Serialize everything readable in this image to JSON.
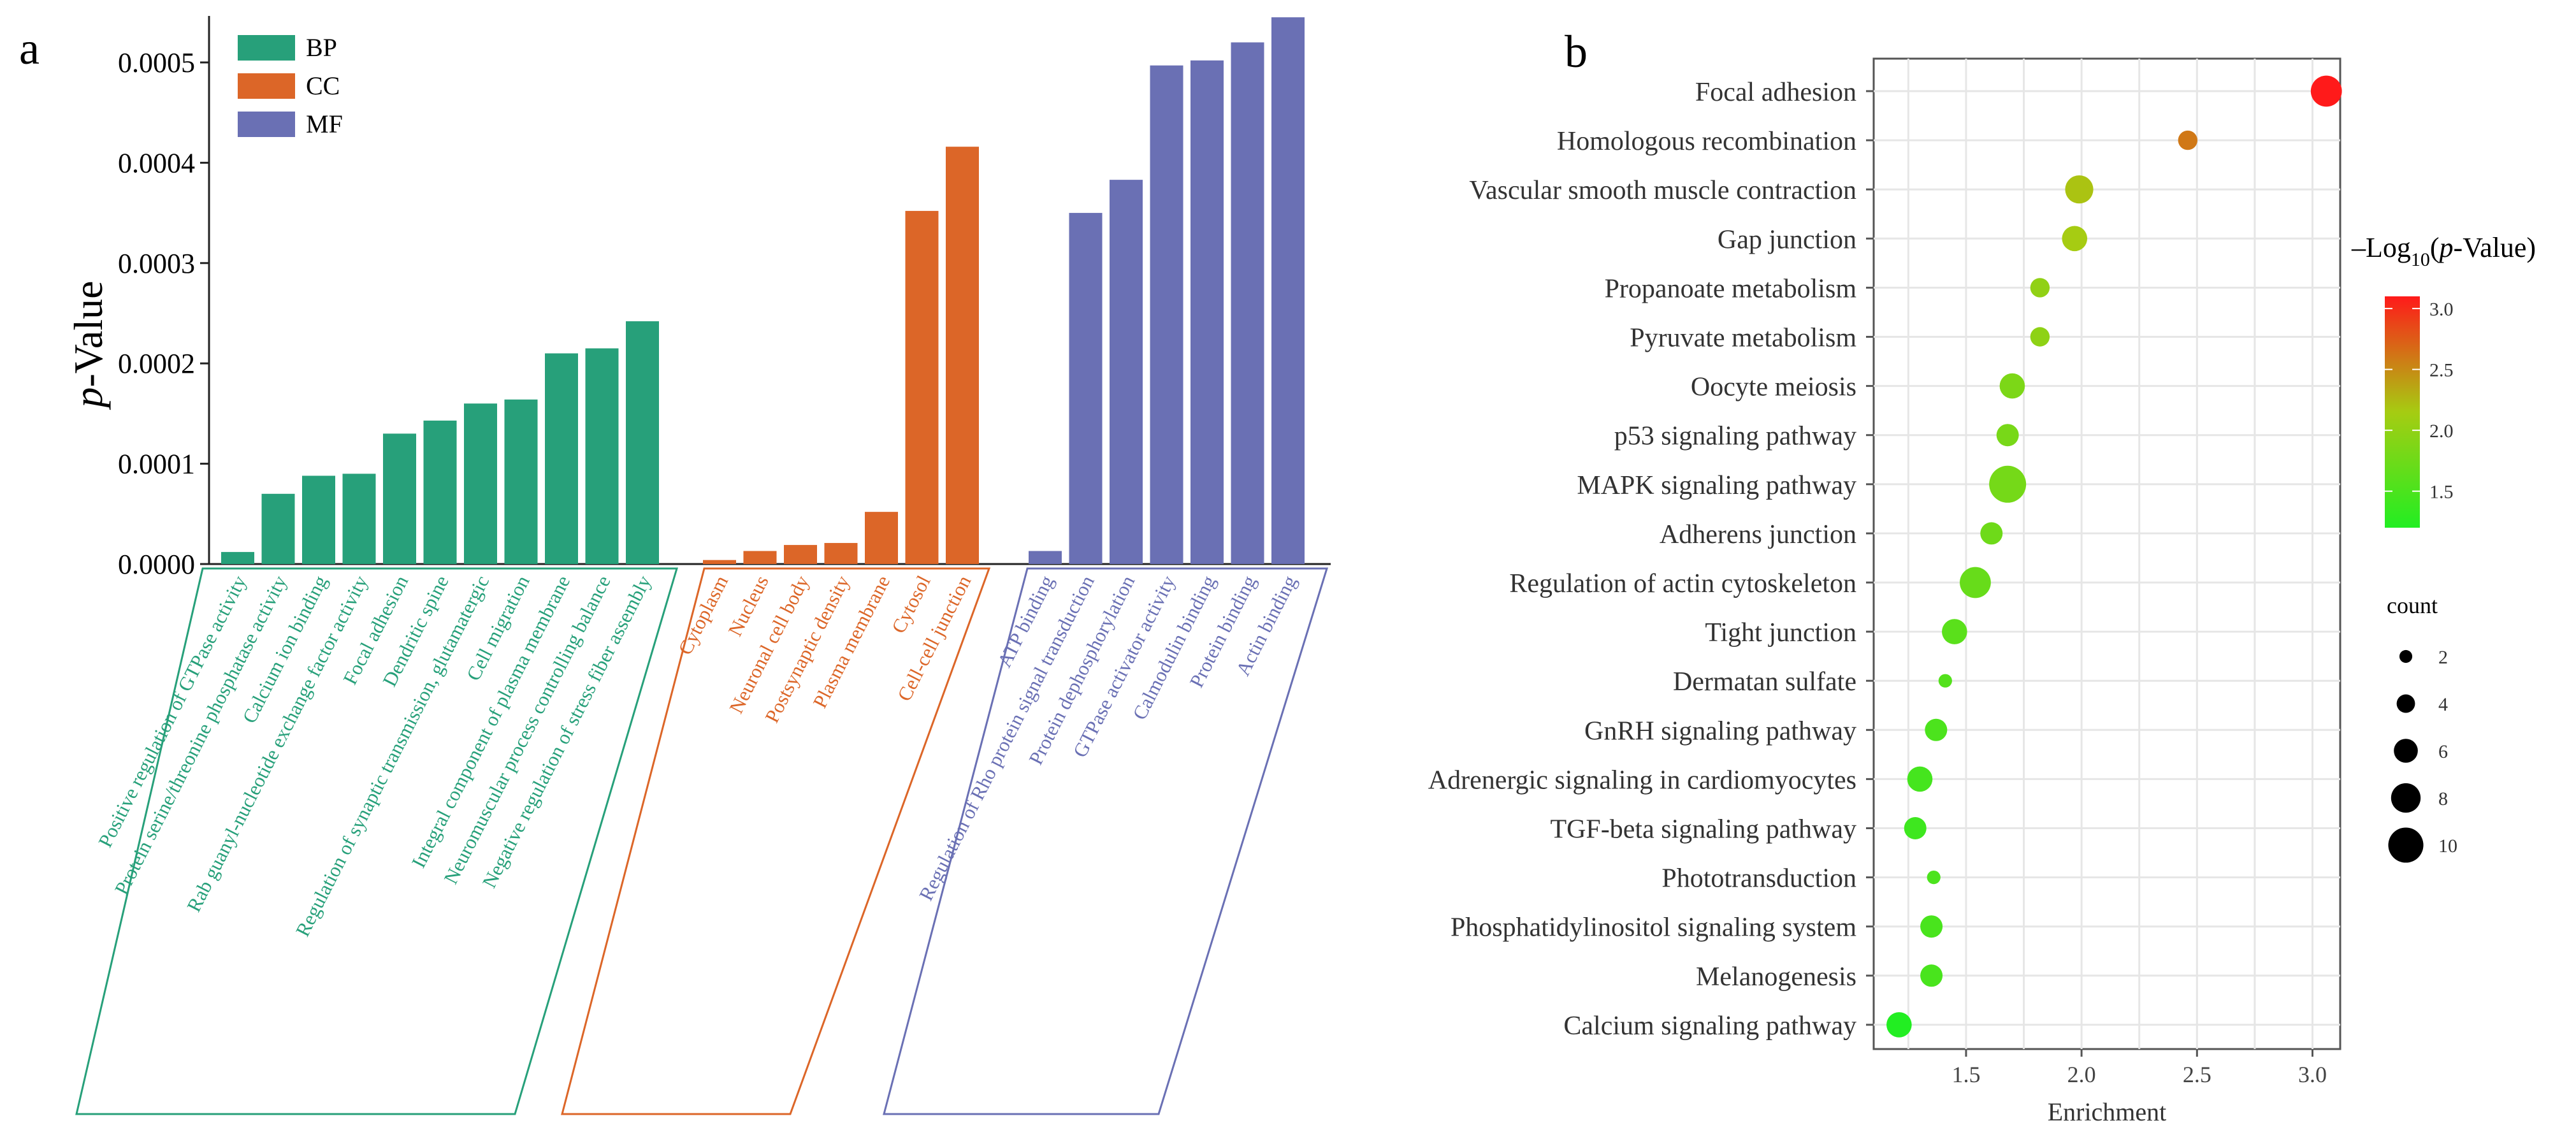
{
  "panel_a": {
    "label": "a",
    "ylabel_italic": "p",
    "ylabel_rest": "-Value",
    "chart_data": {
      "type": "bar",
      "ylim": [
        0,
        0.00054
      ],
      "yticks": [
        "0.0000",
        "0.0001",
        "0.0002",
        "0.0003",
        "0.0004",
        "0.0005"
      ],
      "grid": false,
      "legend_position": "top-left",
      "series": [
        {
          "name": "BP",
          "color": "#27a07a",
          "categories": [
            "Positive regulation of GTPase activity",
            "Protein serine/threonine phosphatase activity",
            "Calcium ion binding",
            "Rab guanyl-nucleotide exchange factor activity",
            "Focal adhesion",
            "Dendritic spine",
            "Regulation of synaptic transmission, glutamatergic",
            "Cell migration",
            "Integral component of plasma membrane",
            "Neuromuscular process controlling balance",
            "Negative regulation of stress fiber assembly"
          ],
          "values": [
            1.2e-05,
            7e-05,
            8.8e-05,
            9e-05,
            0.00013,
            0.000143,
            0.00016,
            0.000164,
            0.00021,
            0.000215,
            0.000242
          ]
        },
        {
          "name": "CC",
          "color": "#dc6628",
          "categories": [
            "Cytoplasm",
            "Nucleus",
            "Neuronal cell body",
            "Postsynaptic density",
            "Plasma membrane",
            "Cytosol",
            "Cell-cell junction"
          ],
          "values": [
            4e-06,
            1.3e-05,
            1.9e-05,
            2.1e-05,
            5.2e-05,
            0.000352,
            0.000416
          ]
        },
        {
          "name": "MF",
          "color": "#6a70b4",
          "categories": [
            "ATP binding",
            "Regulation of Rho protein signal transduction",
            "Protein dephosphorylation",
            "GTPase activator activity",
            "Calmodulin binding",
            "Protein binding",
            "Actin binding"
          ],
          "values": [
            1.3e-05,
            0.00035,
            0.000383,
            0.000497,
            0.000502,
            0.00052,
            0.000545
          ]
        }
      ]
    }
  },
  "panel_b": {
    "label": "b",
    "chart_data": {
      "type": "scatter",
      "xlabel": "Enrichment",
      "xlim": [
        1.1,
        3.12
      ],
      "xticks": [
        1.5,
        2.0,
        2.5,
        3.0
      ],
      "xtick_labels": [
        "1.5",
        "2.0",
        "2.5",
        "3.0"
      ],
      "grid": true,
      "categories": [
        "Focal adhesion",
        "Homologous recombination",
        "Vascular smooth muscle contraction",
        "Gap junction",
        "Propanoate metabolism",
        "Pyruvate metabolism",
        "Oocyte meiosis",
        "p53 signaling pathway",
        "MAPK signaling pathway",
        "Adherens junction",
        "Regulation of actin cytoskeleton",
        "Tight junction",
        "Dermatan sulfate",
        "GnRH signaling pathway",
        "Adrenergic signaling in cardiomyocytes",
        "TGF-beta signaling pathway",
        "Phototransduction",
        "Phosphatidylinositol signaling system",
        "Melanogenesis",
        "Calcium signaling pathway"
      ],
      "enrichment": [
        3.06,
        2.46,
        1.99,
        1.97,
        1.82,
        1.82,
        1.7,
        1.68,
        1.68,
        1.61,
        1.54,
        1.45,
        1.41,
        1.37,
        1.3,
        1.28,
        1.36,
        1.35,
        1.35,
        1.21
      ],
      "neg_log10_p": [
        3.1,
        2.6,
        2.2,
        2.15,
        2.0,
        1.98,
        1.85,
        1.82,
        1.8,
        1.75,
        1.7,
        1.6,
        1.55,
        1.5,
        1.45,
        1.4,
        1.5,
        1.48,
        1.48,
        1.2
      ],
      "count": [
        8,
        4,
        7,
        6,
        4,
        4,
        6,
        5,
        10,
        5,
        8,
        6,
        2,
        5,
        6,
        5,
        2,
        5,
        5,
        6
      ],
      "color_legend": {
        "title_prefix": "–Log",
        "title_sub": "10",
        "title_open": "(",
        "title_italic": "p",
        "title_suffix": "-Value)",
        "ticks": [
          3.0,
          2.5,
          2.0,
          1.5
        ],
        "tick_labels": [
          "3.0",
          "2.5",
          "2.0",
          "1.5"
        ],
        "range": [
          1.2,
          3.1
        ],
        "low_color": "#22ee22",
        "high_color": "#ff1a1a"
      },
      "size_legend": {
        "title": "count",
        "values": [
          2,
          4,
          6,
          8,
          10
        ],
        "labels": [
          "2",
          "4",
          "6",
          "8",
          "10"
        ]
      }
    }
  }
}
